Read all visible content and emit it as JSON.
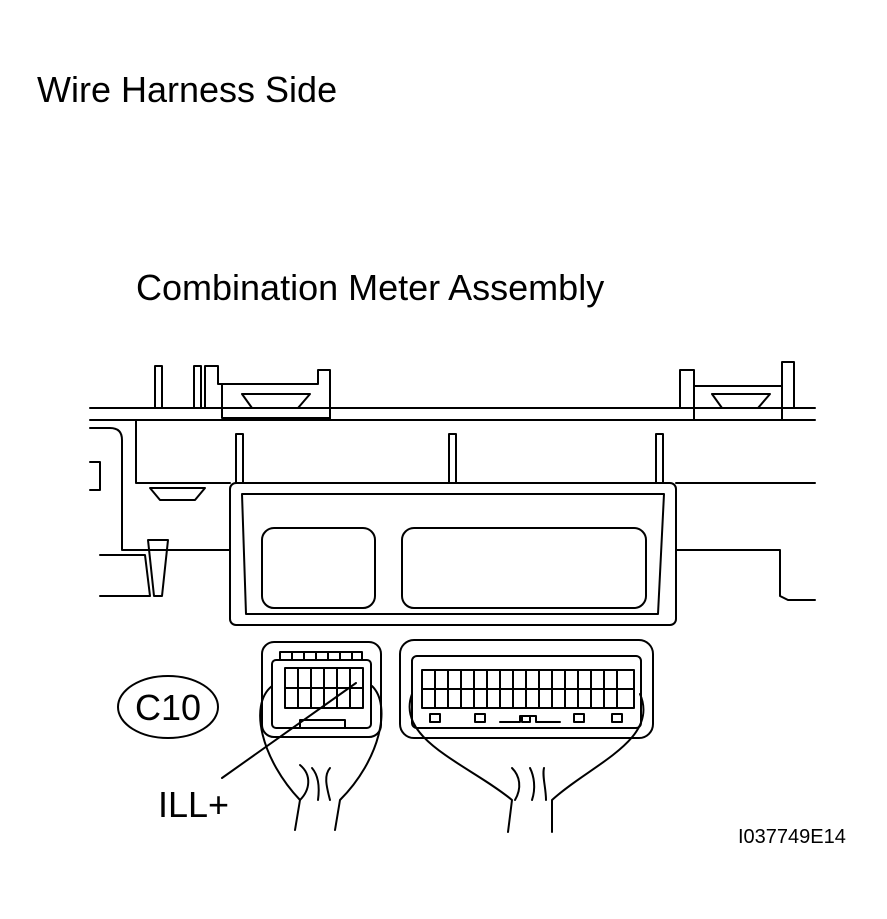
{
  "diagram": {
    "title": "Wire Harness Side",
    "assembly_label": "Combination Meter Assembly",
    "connector_id": "C10",
    "pin_label": "ILL+",
    "figure_code": "I037749E14"
  },
  "colors": {
    "line": "#000000",
    "background": "#ffffff"
  }
}
